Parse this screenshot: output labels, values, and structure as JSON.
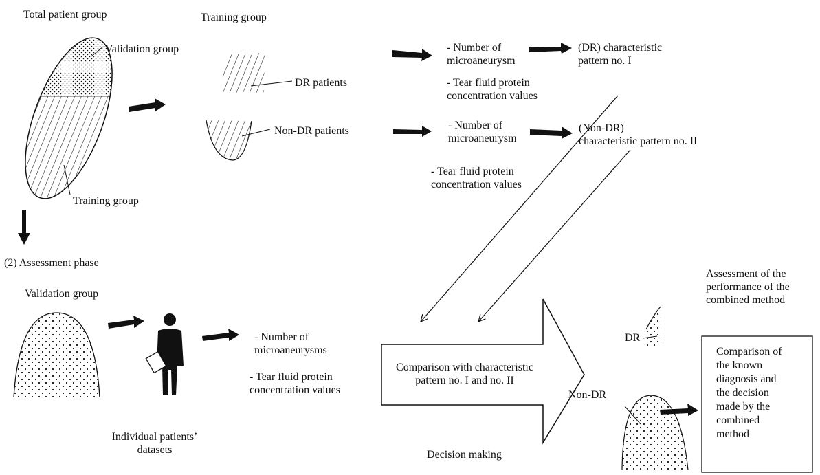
{
  "phase1": {
    "total_patient_group": "Total patient group",
    "validation_group": "Validation group",
    "training_group_inner": "Training group",
    "training_group_header": "Training group",
    "dr_patients": "DR patients",
    "non_dr_patients": "Non-DR patients",
    "dr_features": {
      "number": "- Number of\nmicroaneurysm",
      "tear": "- Tear fluid protein\nconcentration values"
    },
    "non_dr_features": {
      "number": "- Number of\nmicroaneurysm",
      "tear": "- Tear fluid protein\nconcentration values"
    },
    "pattern_1": "(DR) characteristic\npattern no. I",
    "pattern_2": "(Non-DR)\ncharacteristic pattern no. II"
  },
  "phase2": {
    "title": "(2) Assessment phase",
    "validation_group": "Validation group",
    "individual_datasets": "Individual patients’\ndatasets",
    "features": {
      "number": "- Number of\nmicroaneurysms",
      "tear": "- Tear fluid protein\nconcentration values"
    },
    "comparison": "Comparison with characteristic\npattern no. I and no. II",
    "decision_making": "Decision making",
    "dr": "DR",
    "non_dr": "Non-DR",
    "assessment_title": "Assessment of the\nperformance of the\ncombined method",
    "assessment_box": "Comparison of\nthe known\ndiagnosis and\nthe decision\nmade by the\ncombined\nmethod"
  },
  "colors": {
    "ink": "#111111",
    "background": "#ffffff"
  },
  "icons": [
    "person-with-clipboard-icon"
  ]
}
